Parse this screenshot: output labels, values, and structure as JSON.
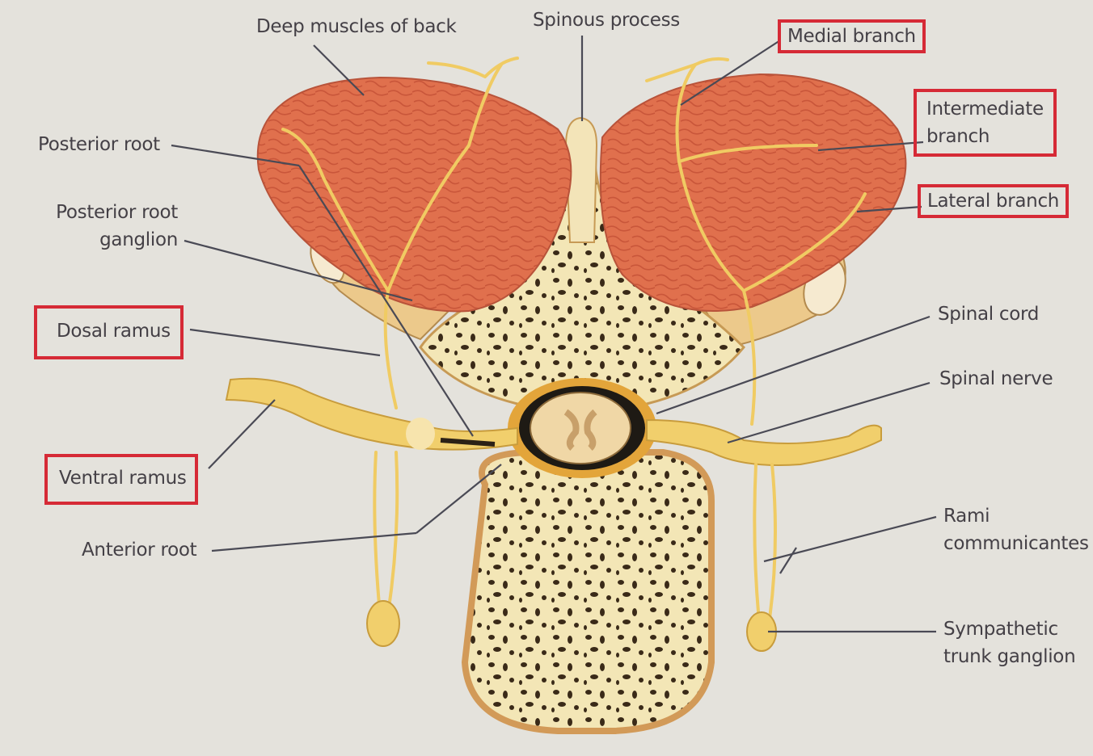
{
  "labels": {
    "deep_muscles": "Deep muscles of back",
    "spinous_process": "Spinous process",
    "medial_branch": "Medial branch",
    "intermediate_branch": [
      "Intermediate",
      "branch"
    ],
    "lateral_branch": "Lateral branch",
    "posterior_root": "Posterior root",
    "posterior_root_ganglion": [
      "Posterior root",
      "ganglion"
    ],
    "dorsal_ramus": "Dosal ramus",
    "ventral_ramus": "Ventral ramus",
    "anterior_root": "Anterior root",
    "spinal_cord": "Spinal cord",
    "spinal_nerve": "Spinal nerve",
    "rami_communicantes": [
      "Rami",
      "communicantes"
    ],
    "sympathetic_trunk_ganglion": [
      "Sympathetic",
      "trunk ganglion"
    ]
  },
  "colors": {
    "background": "#e4e2dc",
    "highlight_box": "#d62a36",
    "muscle": "#e0714f",
    "bone": "#f2e3b1",
    "nerve": "#f1cf6c",
    "leader_line": "#4a4a55"
  }
}
